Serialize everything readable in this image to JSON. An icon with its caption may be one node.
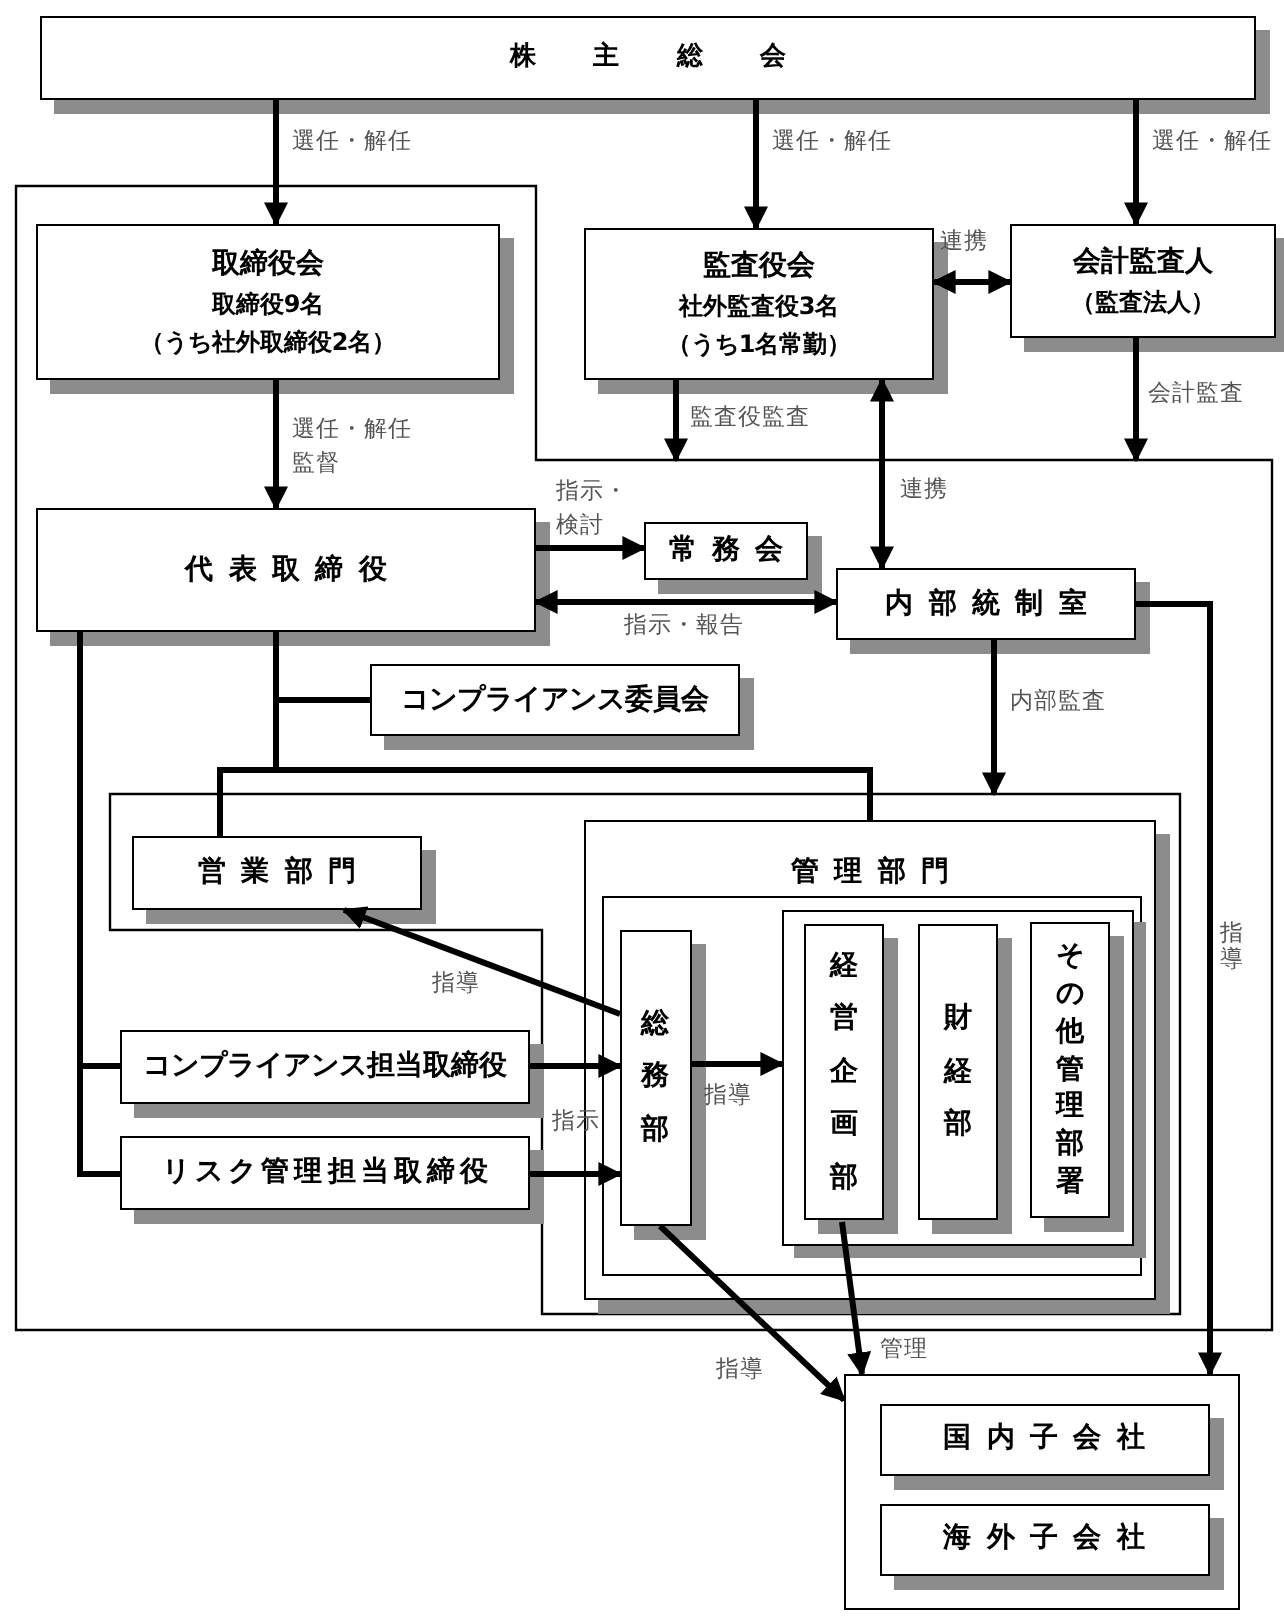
{
  "diagram": {
    "nodes": [
      {
        "text": [
          "株主総会"
        ]
      },
      {
        "text": [],
        "shape": "box"
      },
      {
        "text": [
          "取締役会",
          "取締役9名",
          "（うち社外取締役2名）"
        ],
        "in": 1
      },
      {
        "text": [
          "監査役会",
          "社外監査役3名",
          "（うち1名常勤）"
        ]
      },
      {
        "text": [
          "会計監査人",
          "（監査法人）"
        ]
      },
      {
        "text": [
          "代表取締役"
        ],
        "in": 1
      },
      {
        "text": [
          "常務会"
        ],
        "in": 1
      },
      {
        "text": [
          "内部統制室"
        ],
        "in": 1
      },
      {
        "text": [
          "コンプライアンス委員会"
        ],
        "in": 1
      },
      {
        "text": [],
        "shape": "box",
        "in": 1
      },
      {
        "text": [
          "営業部門"
        ],
        "in": 9
      },
      {
        "text": [
          "管理部門"
        ],
        "in": 9
      },
      {
        "text": [
          "総務部"
        ],
        "in": 11
      },
      {
        "text": [],
        "shape": "box",
        "in": 11
      },
      {
        "text": [
          "経営企画部"
        ],
        "in": 13
      },
      {
        "text": [
          "財経部"
        ],
        "in": 13
      },
      {
        "text": [
          "その他管理部署"
        ],
        "in": 13
      },
      {
        "text": [
          "コンプライアンス担当取締役"
        ],
        "in": 1
      },
      {
        "text": [
          "リスク管理担当取締役"
        ],
        "in": 1
      },
      {
        "text": [],
        "shape": "box"
      },
      {
        "text": [
          "国内子会社"
        ],
        "in": 19
      },
      {
        "text": [
          "海外子会社"
        ],
        "in": 19
      }
    ],
    "edges": [
      {
        "from": 0,
        "to": 2,
        "arrow": "to",
        "label": "選任・解任"
      },
      {
        "from": 0,
        "to": 3,
        "arrow": "to",
        "label": "選任・解任"
      },
      {
        "from": 0,
        "to": 4,
        "arrow": "to",
        "label": "選任・解任"
      },
      {
        "from": 3,
        "to": 4,
        "arrow": "both",
        "label": "連携"
      },
      {
        "from": 3,
        "to": 1,
        "arrow": "to",
        "label": "監査役監査"
      },
      {
        "from": 4,
        "to": 1,
        "arrow": "to",
        "label": "会計監査"
      },
      {
        "from": 2,
        "to": 5,
        "arrow": "to",
        "label": "選任・解任監督"
      },
      {
        "from": 5,
        "to": 6,
        "arrow": "to",
        "label": "指示・検討"
      },
      {
        "from": 5,
        "to": 7,
        "arrow": "both",
        "label": "指示・報告"
      },
      {
        "from": 7,
        "to": 3,
        "arrow": "both",
        "label": "連携"
      },
      {
        "from": 5,
        "to": 8,
        "arrow": "none"
      },
      {
        "from": 5,
        "to": 10,
        "arrow": "none"
      },
      {
        "from": 5,
        "to": 11,
        "arrow": "none"
      },
      {
        "from": 7,
        "to": 9,
        "arrow": "to",
        "label": "内部監査"
      },
      {
        "from": 5,
        "to": 17,
        "arrow": "none"
      },
      {
        "from": 5,
        "to": 18,
        "arrow": "none"
      },
      {
        "from": 17,
        "to": 12,
        "arrow": "to"
      },
      {
        "from": 18,
        "to": 12,
        "arrow": "to",
        "label": "指示"
      },
      {
        "from": 12,
        "to": 10,
        "arrow": "to",
        "label": "指導"
      },
      {
        "from": 12,
        "to": 13,
        "arrow": "to",
        "label": "指導"
      },
      {
        "from": 7,
        "to": 19,
        "arrow": "to",
        "label": "指導"
      },
      {
        "from": 12,
        "to": 19,
        "arrow": "to",
        "label": "指導"
      },
      {
        "from": 14,
        "to": 19,
        "arrow": "to",
        "label": "管理"
      }
    ]
  }
}
